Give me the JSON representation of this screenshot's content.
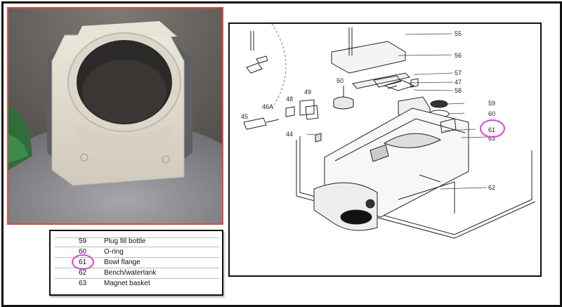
{
  "parts_list": [
    {
      "num": "59",
      "desc": "Plug fill bottle"
    },
    {
      "num": "60",
      "desc": "O-ring"
    },
    {
      "num": "61",
      "desc": "Bowl flange"
    },
    {
      "num": "62",
      "desc": "Bench/watertank"
    },
    {
      "num": "63",
      "desc": "Magnet basket"
    }
  ],
  "callouts": {
    "c55": "55",
    "c56": "56",
    "c57": "57",
    "c47": "47",
    "c58": "58",
    "c50": "50",
    "c59": "59",
    "c60": "60",
    "c61": "61",
    "c63": "63",
    "c62": "62",
    "c48": "48",
    "c49": "49",
    "c46a": "46A",
    "c45": "45",
    "c44": "44"
  },
  "colors": {
    "highlight": "#e23fe0",
    "photo_border": "#e04848"
  }
}
